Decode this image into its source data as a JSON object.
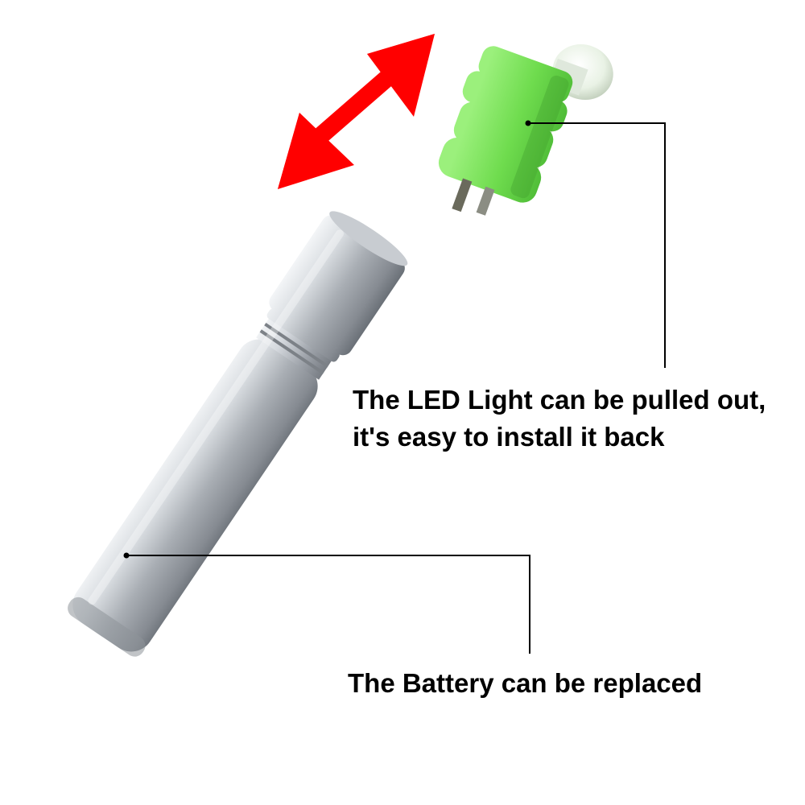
{
  "colors": {
    "background": "#ffffff",
    "arrow": "#ff0000",
    "led_body": "#7be35a",
    "led_shadow": "#3f9a2a",
    "battery_light": "#e3e6ea",
    "battery_mid": "#aeb3b9",
    "battery_dark": "#6f757c",
    "leader_line": "#000000",
    "text": "#000000"
  },
  "icons": {
    "arrow": "double-headed-arrow-icon",
    "led": "green-led-light",
    "battery": "silver-battery-tube"
  },
  "callouts": {
    "led": {
      "line1": "The LED Light can be pulled out,",
      "line2": "it's easy to install it back"
    },
    "battery": {
      "text": "The Battery can be replaced"
    }
  }
}
